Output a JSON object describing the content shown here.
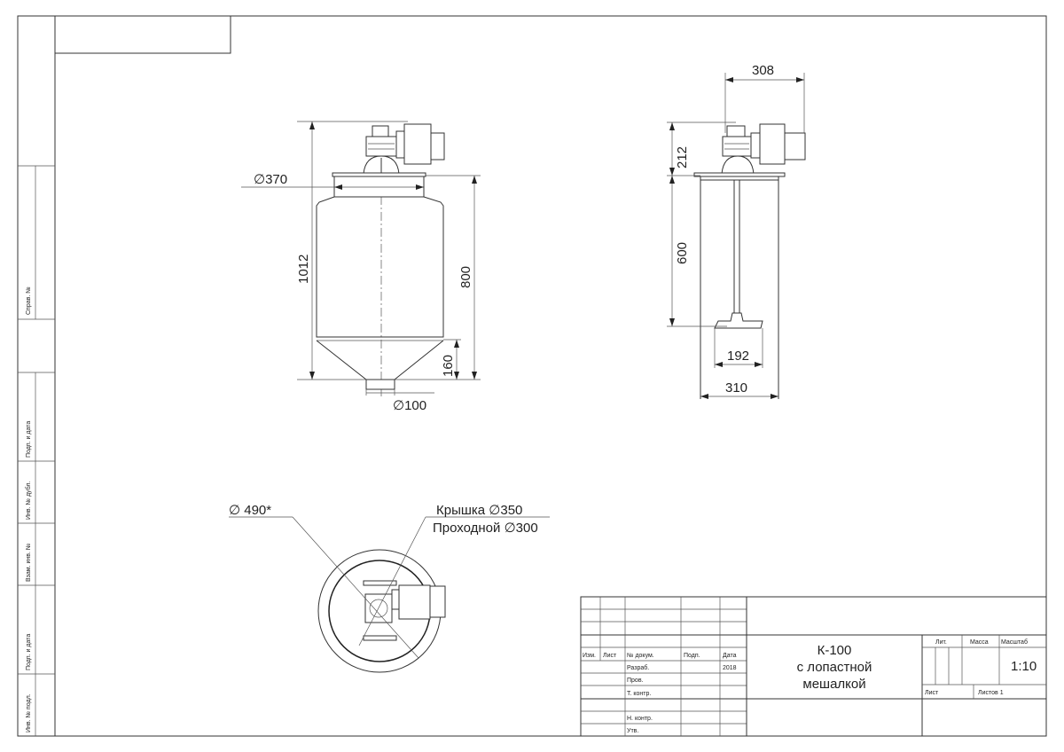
{
  "front_view": {
    "dim_total_height": "1012",
    "dim_body_height": "800",
    "dim_cone_height": "160",
    "dim_lid_diameter": "∅370",
    "dim_outlet_diameter": "∅100"
  },
  "side_view": {
    "dim_width_motor": "308",
    "dim_drive_height": "212",
    "dim_shaft_length": "600",
    "dim_impeller": "192",
    "dim_tank_width": "310"
  },
  "top_view": {
    "dim_outer_diameter": "∅ 490*",
    "lid_label": "Крышка  ∅350",
    "passage_label": "Проходной ∅300"
  },
  "side_stamp": {
    "labels": [
      "Справ. №",
      "Подп. и дата",
      "Инв. № дубл.",
      "Взам. инв. №",
      "Подп. и дата",
      "Инв. № подл."
    ]
  },
  "title_block": {
    "headers": {
      "izm": "Изм.",
      "list": "Лист",
      "doc_no": "№ докум.",
      "sign": "Подп.",
      "date": "Дата"
    },
    "roles": [
      "Разраб.",
      "Пров.",
      "Т. контр.",
      "",
      "Н. контр.",
      "Утв."
    ],
    "date_value": "2018",
    "name_line1": "К-100",
    "name_line2": "с лопастной",
    "name_line3": "мешалкой",
    "lit_label": "Лит.",
    "mass_label": "Масса",
    "scale_label": "Масштаб",
    "scale_value": "1:10",
    "sheet_label": "Лист",
    "sheets_label": "Листов 1"
  }
}
